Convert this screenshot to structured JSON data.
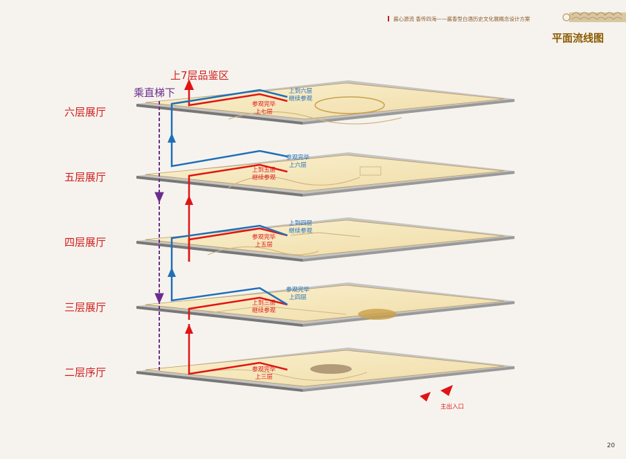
{
  "header": {
    "subtitle": "酱心源流 香传四海——酱香型白酒历史文化展概念设计方案"
  },
  "page_title": "平面流线图",
  "floors": [
    {
      "label": "六层展厅"
    },
    {
      "label": "五层展厅"
    },
    {
      "label": "四层展厅"
    },
    {
      "label": "三层展厅"
    },
    {
      "label": "二层序厅"
    }
  ],
  "labels": {
    "top_exit": "上7层品鉴区",
    "elevator_down": "乘直梯下",
    "main_entrance": "主出入口"
  },
  "annotations": {
    "f6_red": [
      "参观完毕",
      "上七层"
    ],
    "f6_blue": [
      "上到六层",
      "继续参观"
    ],
    "f5_red": [
      "上到五层",
      "继续参观"
    ],
    "f5_blue": [
      "参观完毕",
      "上六层"
    ],
    "f4_red": [
      "参观完毕",
      "上五层"
    ],
    "f4_blue": [
      "上到四层",
      "继续参观"
    ],
    "f3_red": [
      "上到三层",
      "继续参观"
    ],
    "f3_blue": [
      "参观完毕",
      "上四层"
    ],
    "f2_red": [
      "参观完毕",
      "上三层"
    ]
  },
  "colors": {
    "red_route": "#e01414",
    "blue_route": "#1e6fb8",
    "elevator": "#6a2d8e",
    "title": "#8a5a00"
  },
  "page_number": "20"
}
